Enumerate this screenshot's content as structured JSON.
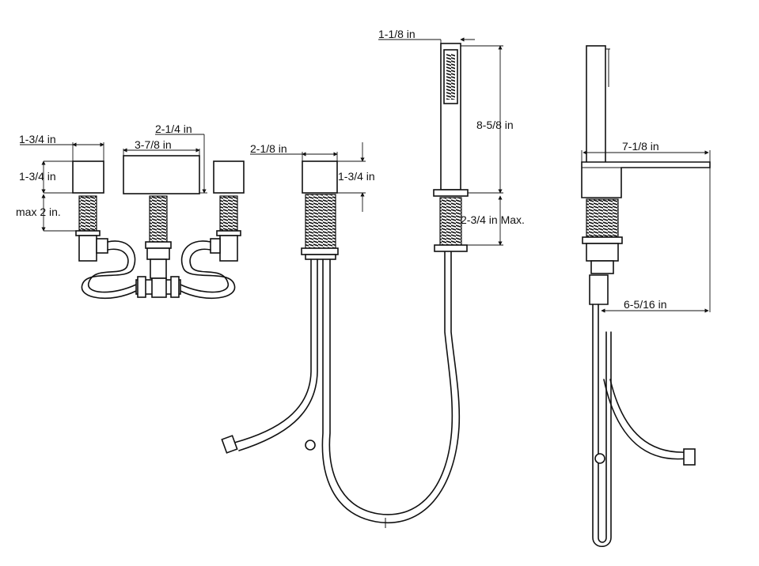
{
  "dimensions": {
    "front_left_width": "1-3/4 in",
    "front_left_height": "1-3/4 in",
    "front_left_max_depth": "max 2 in.",
    "spout_width": "3-7/8 in",
    "spout_height": "2-1/4 in",
    "hs_base_width": "2-1/8 in",
    "hs_base_height": "1-3/4 in",
    "handshower_width": "1-1/8 in",
    "handshower_height": "8-5/8 in",
    "holder_max": "2-3/4 in Max.",
    "side_reach": "7-1/8 in",
    "side_offset": "6-5/16 in"
  },
  "colors": {
    "line": "#111111",
    "background": "#ffffff"
  }
}
